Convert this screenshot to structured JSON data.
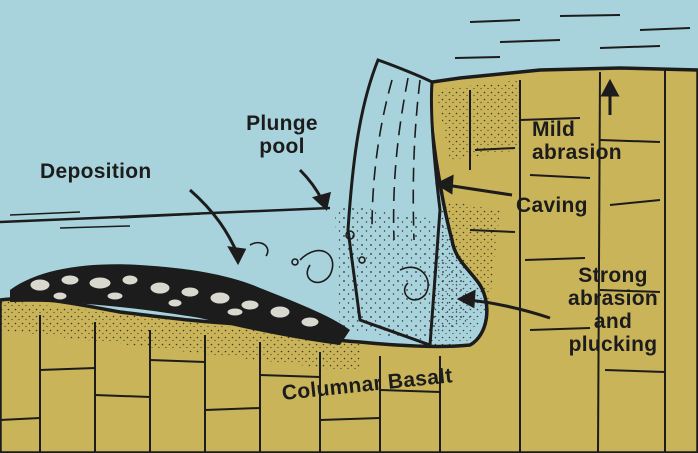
{
  "labels": {
    "plunge_pool_line1": "Plunge",
    "plunge_pool_line2": "pool",
    "deposition": "Deposition",
    "mild_abrasion_line1": "Mild",
    "mild_abrasion_line2": "abrasion",
    "caving": "Caving",
    "strong_line1": "Strong",
    "strong_line2": "abrasion",
    "strong_line3": "and",
    "strong_line4": "plucking",
    "columnar_basalt": "Columnar Basalt"
  },
  "colors": {
    "water": "#a9d3dc",
    "rock": "#c9b45a",
    "outline": "#1c1c1c",
    "label": "#1c1c1c"
  }
}
